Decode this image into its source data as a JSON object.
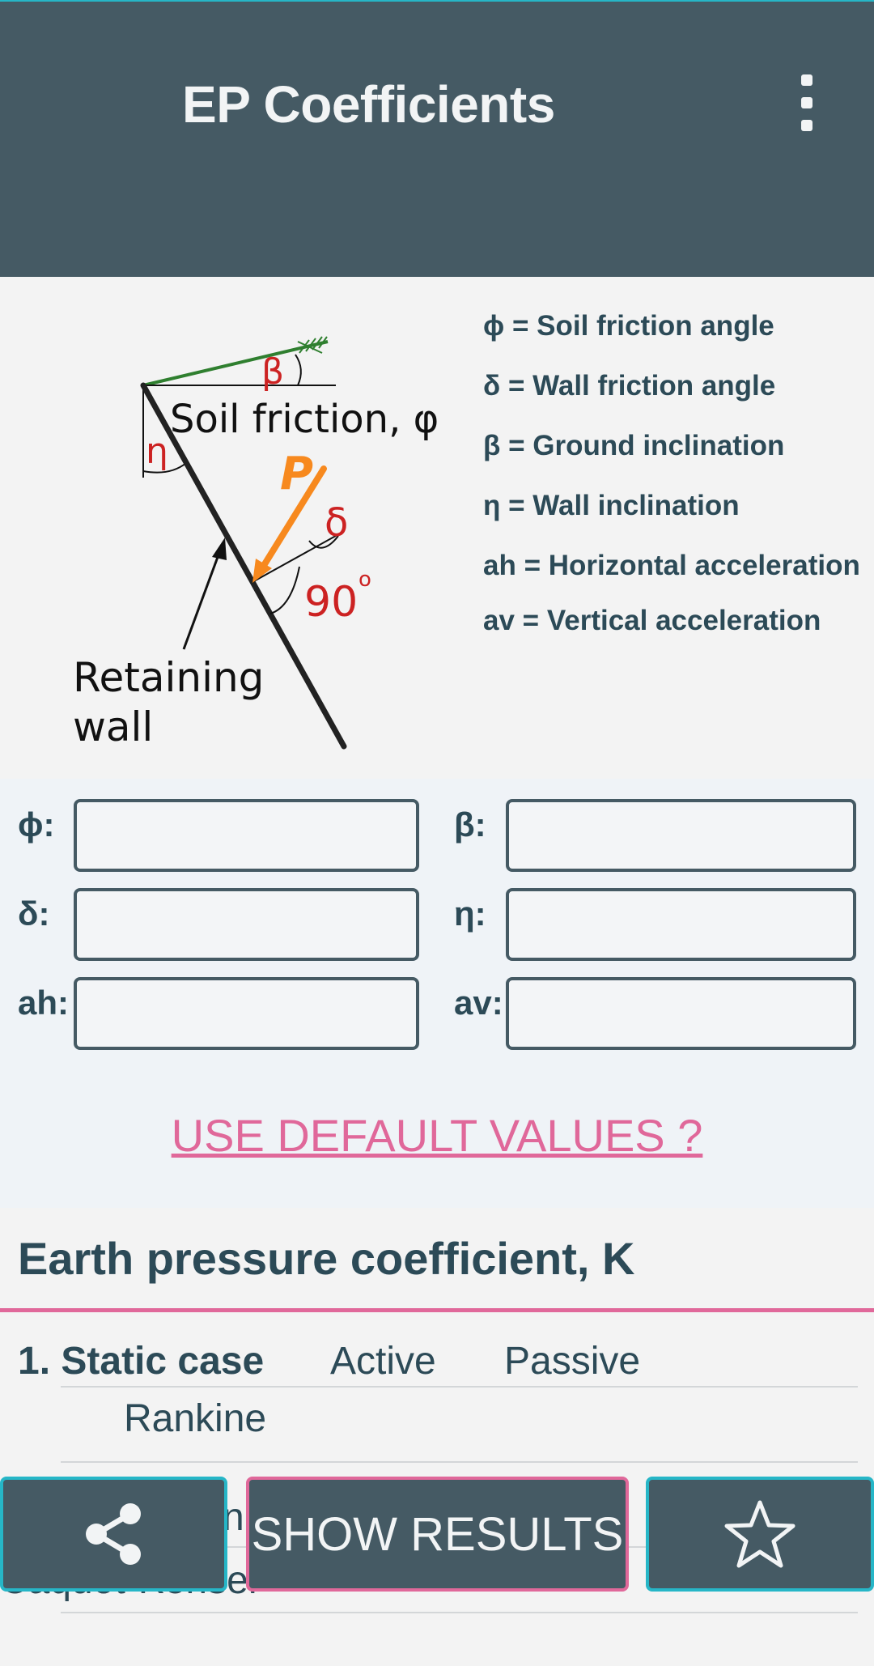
{
  "appbar": {
    "title": "EP Coefficients",
    "menu_icon": "more-vert-icon"
  },
  "diagram": {
    "soil_friction_label": "Soil friction, φ",
    "beta_symbol": "β",
    "eta_symbol": "η",
    "force_symbol": "P",
    "delta_symbol": "δ",
    "right_angle_label": "90",
    "degree_mark": "o",
    "wall_label_line1": "Retaining",
    "wall_label_line2": "wall"
  },
  "legend": {
    "items": [
      "ϕ = Soil friction angle",
      "δ = Wall friction angle",
      "β = Ground inclination",
      "η = Wall inclination",
      "ah = Horizontal acceleration",
      "av = Vertical acceleration"
    ]
  },
  "inputs": {
    "phi": {
      "label": "ϕ:",
      "value": ""
    },
    "beta": {
      "label": "β:",
      "value": ""
    },
    "delta": {
      "label": "δ:",
      "value": ""
    },
    "eta": {
      "label": "η:",
      "value": ""
    },
    "ah": {
      "label": "ah:",
      "value": ""
    },
    "av": {
      "label": "av:",
      "value": ""
    },
    "default_link": "USE DEFAULT VALUES ?"
  },
  "results": {
    "title": "Earth pressure coefficient, K",
    "static_case": "1. Static case",
    "active_header": "Active",
    "passive_header": "Passive",
    "rows": [
      "Rankine",
      "n",
      "Caquot-Kerisel"
    ]
  },
  "buttons": {
    "share_icon": "share-icon",
    "show_results": "SHOW RESULTS",
    "favorite_icon": "star-outline-icon"
  },
  "colors": {
    "appbar": "#455a64",
    "accent_pink": "#e0689a",
    "accent_cyan": "#26b6c7",
    "text_dark": "#2c4a57",
    "force_orange": "#f7891e",
    "angle_red": "#cc2222",
    "ground_green": "#2f7f2f"
  }
}
